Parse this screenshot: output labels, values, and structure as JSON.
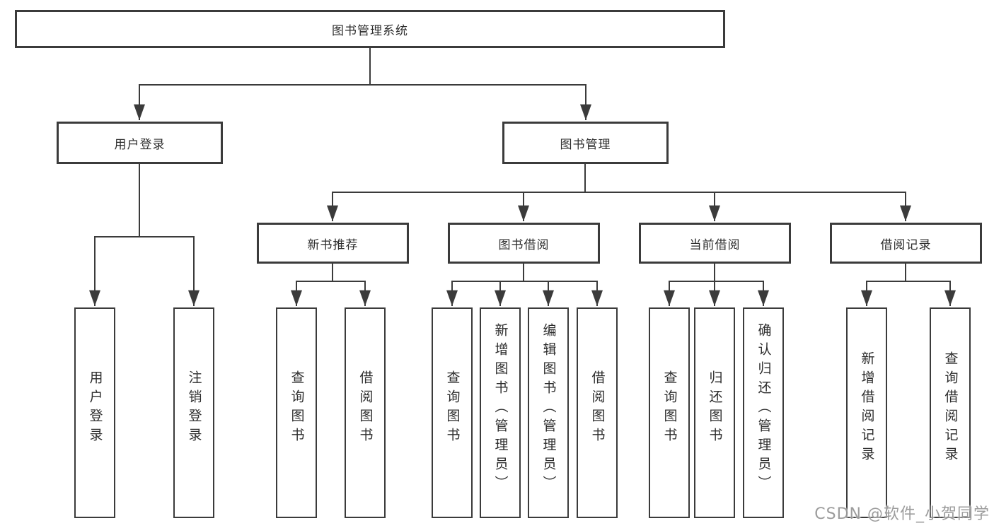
{
  "diagram": {
    "root": {
      "label": "图书管理系统"
    },
    "branches": [
      {
        "label": "用户登录",
        "children": [
          {
            "label": "用户登录"
          },
          {
            "label": "注销登录"
          }
        ]
      },
      {
        "label": "图书管理",
        "children": [
          {
            "label": "新书推荐",
            "children": [
              {
                "label": "查询图书"
              },
              {
                "label": "借阅图书"
              }
            ]
          },
          {
            "label": "图书借阅",
            "children": [
              {
                "label": "查询图书"
              },
              {
                "label": "新增图书（管理员）"
              },
              {
                "label": "编辑图书（管理员）"
              },
              {
                "label": "借阅图书"
              }
            ]
          },
          {
            "label": "当前借阅",
            "children": [
              {
                "label": "查询图书"
              },
              {
                "label": "归还图书"
              },
              {
                "label": "确认归还（管理员）"
              }
            ]
          },
          {
            "label": "借阅记录",
            "children": [
              {
                "label": "新增借阅记录"
              },
              {
                "label": "查询借阅记录"
              }
            ]
          }
        ]
      }
    ]
  },
  "watermark": {
    "text": "CSDN @软件_小贺同学"
  },
  "colors": {
    "line": "#3b3b3b",
    "text": "#2d2d2d",
    "background": "#ffffff",
    "watermark": "#949494"
  }
}
